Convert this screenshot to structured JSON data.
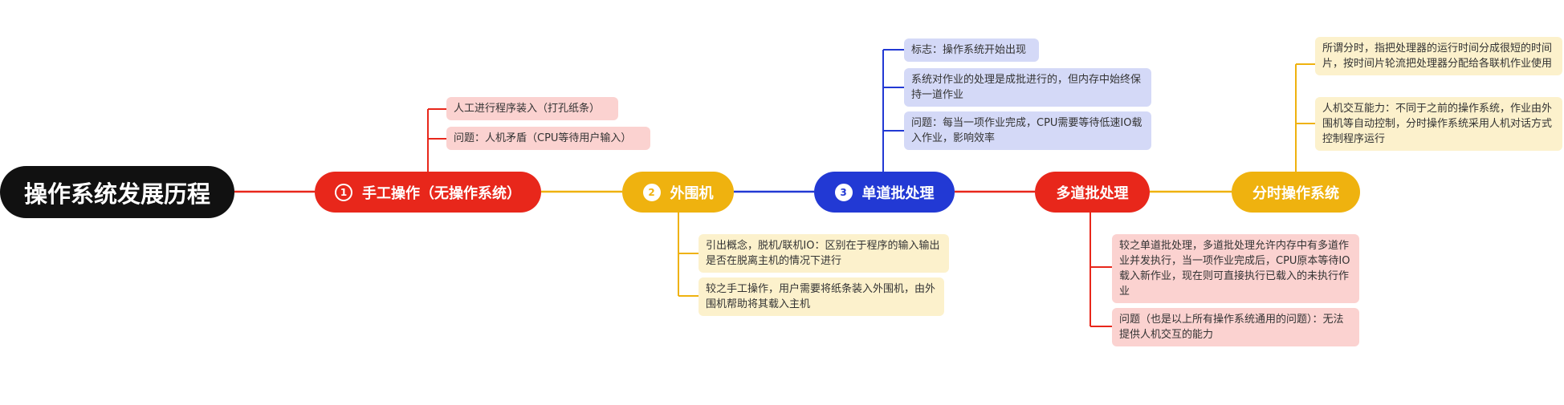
{
  "root": {
    "label": "操作系统发展历程"
  },
  "colors": {
    "red": "#e8271b",
    "yellow": "#efb20f",
    "blue": "#2239d4",
    "root": "#111111"
  },
  "branches": [
    {
      "number": "1",
      "label": "手工操作（无操作系统）",
      "color": "#e8271b",
      "notes": [
        "人工进行程序装入（打孔纸条）",
        "问题：人机矛盾（CPU等待用户输入）"
      ]
    },
    {
      "number": "2",
      "label": "外围机",
      "color": "#efb20f",
      "notes": [
        "引出概念，脱机/联机IO：区别在于程序的输入输出是否在脱离主机的情况下进行",
        "较之手工操作，用户需要将纸条装入外围机，由外围机帮助将其载入主机"
      ]
    },
    {
      "number": "3",
      "label": "单道批处理",
      "color": "#2239d4",
      "notes": [
        "标志：操作系统开始出现",
        "系统对作业的处理是成批进行的，但内存中始终保持一道作业",
        "问题：每当一项作业完成，CPU需要等待低速IO载入作业，影响效率"
      ]
    },
    {
      "number": "",
      "label": "多道批处理",
      "color": "#e8271b",
      "notes": [
        "较之单道批处理，多道批处理允许内存中有多道作业并发执行，当一项作业完成后，CPU原本等待IO载入新作业，现在则可直接执行已载入的未执行作业",
        "问题（也是以上所有操作系统通用的问题）：无法提供人机交互的能力"
      ]
    },
    {
      "number": "",
      "label": "分时操作系统",
      "color": "#efb20f",
      "notes": [
        "所谓分时，指把处理器的运行时间分成很短的时间片，按时间片轮流把处理器分配给各联机作业使用",
        "人机交互能力：不同于之前的操作系统，作业由外围机等自动控制，分时操作系统采用人机对话方式控制程序运行"
      ]
    }
  ]
}
